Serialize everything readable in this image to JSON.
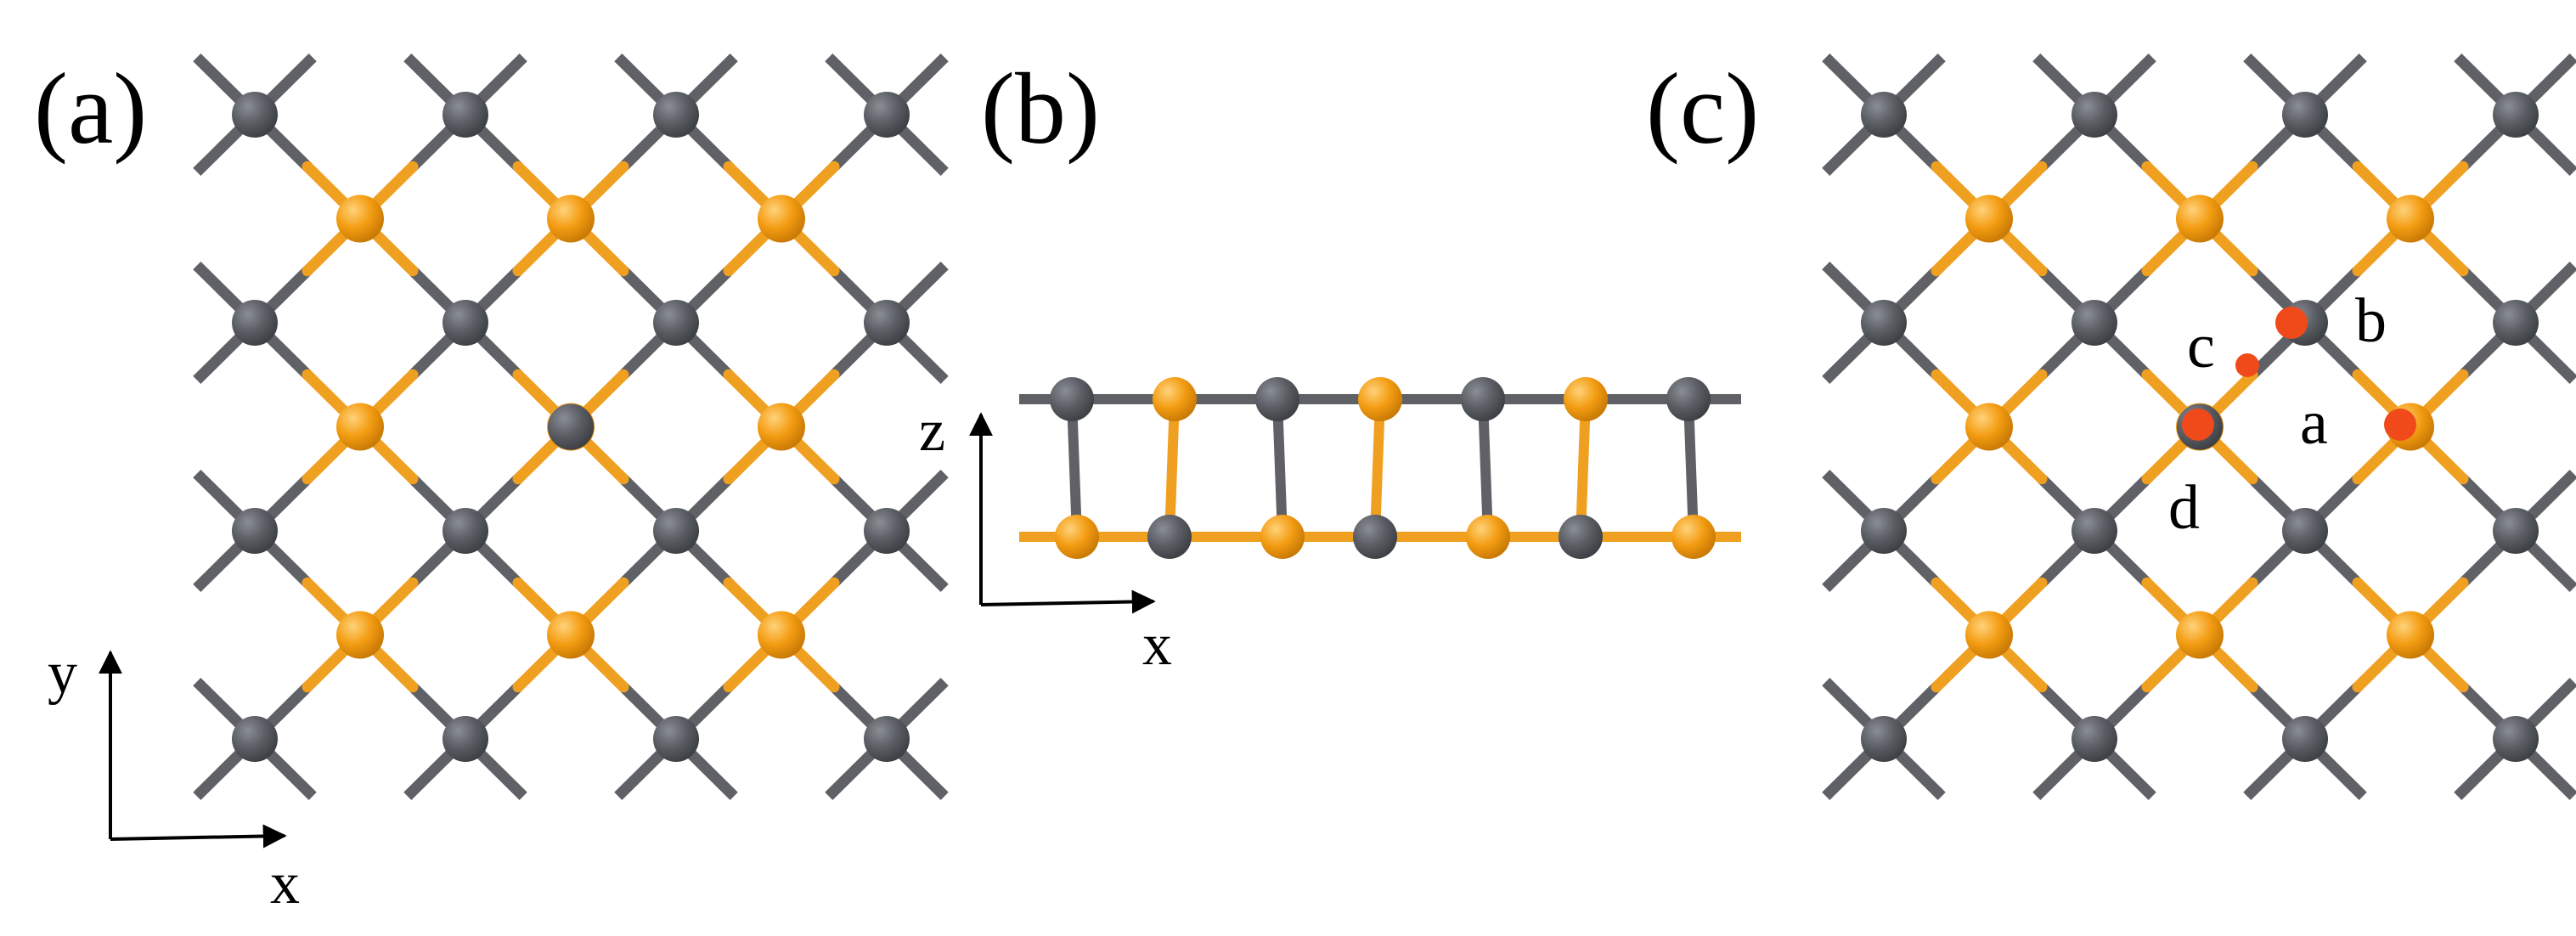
{
  "panels": {
    "a": {
      "label": "(a)"
    },
    "b": {
      "label": "(b)"
    },
    "c": {
      "label": "(c)"
    }
  },
  "axes": {
    "a": {
      "x_label": "x",
      "y_label": "y"
    },
    "b": {
      "x_label": "x",
      "z_label": "z"
    }
  },
  "adsorption_sites": {
    "a": "a",
    "b": "b",
    "c": "c",
    "d": "d"
  },
  "colors": {
    "dark_atom": "#56595f",
    "dark_atom_highlight": "#8a8e95",
    "gold_atom": "#f39c12",
    "gold_atom_highlight": "#ffd27a",
    "dark_bond": "#5f6166",
    "gold_bond": "#f0a020",
    "site_marker": "#f04a1a",
    "axis": "#000000"
  },
  "lattice": {
    "dark_rows": 4,
    "dark_cols": 4,
    "side_view_atoms_per_layer": 7,
    "sites_shown": [
      "a",
      "b",
      "c",
      "d"
    ]
  }
}
